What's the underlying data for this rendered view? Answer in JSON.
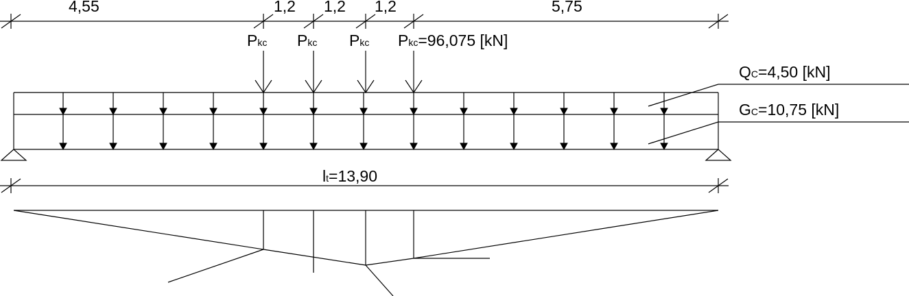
{
  "dimensions_top": {
    "seg1": "4,55",
    "seg2": "1,2",
    "seg3": "1,2",
    "seg4": "1,2",
    "seg5": "5,75"
  },
  "point_loads": {
    "p1_main": "P",
    "p1_sub": "kc",
    "p2_main": "P",
    "p2_sub": "kc",
    "p3_main": "P",
    "p3_sub": "kc",
    "p4_main": "P",
    "p4_sub": "kc",
    "p4_value": "=96,075 [kN]"
  },
  "distributed_loads": {
    "q_main": "Q",
    "q_sub": "C",
    "q_value": "=4,50 [kN]",
    "g_main": "G",
    "g_sub": "C",
    "g_value": "=10,75 [kN]"
  },
  "span": {
    "main": "l",
    "sub": "t",
    "value": "=13,90"
  }
}
